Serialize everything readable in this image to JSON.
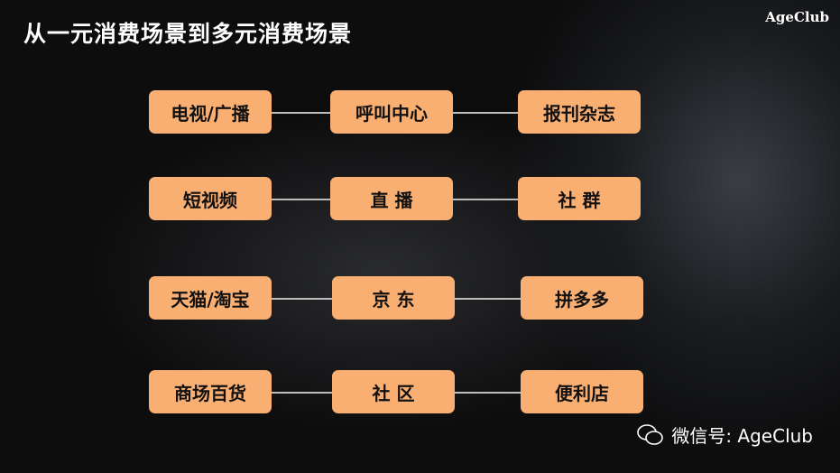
{
  "title": "从一元消费场景到多元消费场景",
  "logo": "AgeClub",
  "rows": [
    [
      "电视/广播",
      "呼叫中心",
      "报刊杂志"
    ],
    [
      "短视频",
      "直 播",
      "社 群"
    ],
    [
      "天猫/淘宝",
      "京 东",
      "拼多多"
    ],
    [
      "商场百货",
      "社 区",
      "便利店"
    ]
  ],
  "watermark": "微信号: AgeClub",
  "colors": {
    "box": "#f9ae72",
    "line": "#bdbdbd"
  }
}
